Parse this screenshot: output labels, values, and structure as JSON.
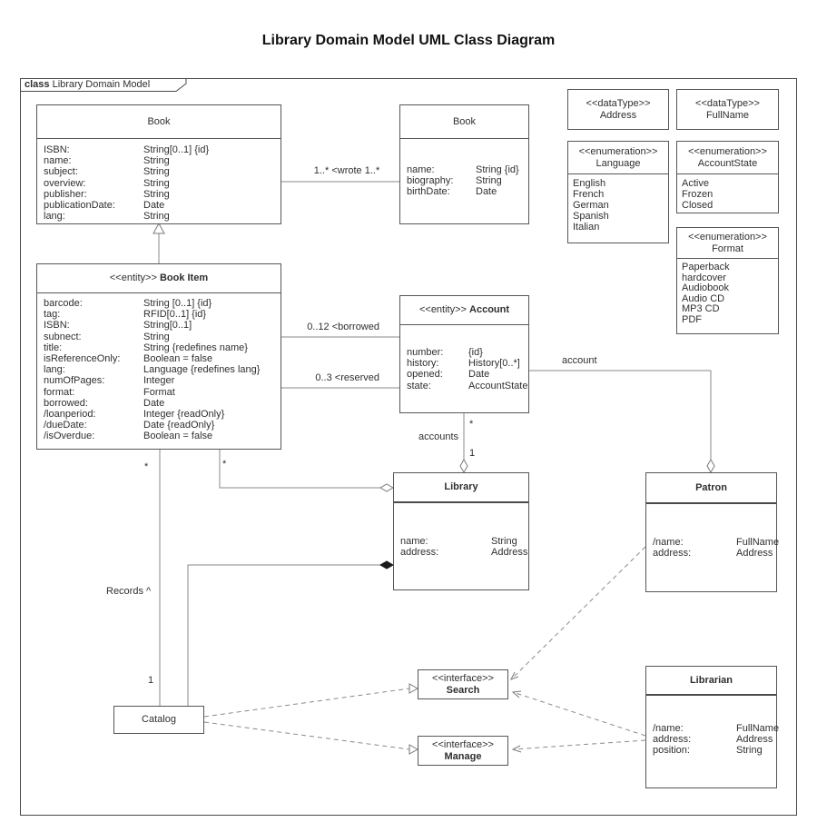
{
  "page_title": "Library Domain Model UML Class Diagram",
  "frame_label": {
    "keyword": "class",
    "name": "Library Domain Model"
  },
  "classes": {
    "book": {
      "name": "Book",
      "attrs": [
        {
          "n": "ISBN:",
          "t": "String[0..1] {id}"
        },
        {
          "n": "name:",
          "t": "String"
        },
        {
          "n": "subject:",
          "t": "String"
        },
        {
          "n": "overview:",
          "t": "String"
        },
        {
          "n": "publisher:",
          "t": "String"
        },
        {
          "n": "publicationDate:",
          "t": "Date"
        },
        {
          "n": "lang:",
          "t": "String"
        }
      ]
    },
    "author": {
      "name": "Book",
      "attrs": [
        {
          "n": "name:",
          "t": "String {id}"
        },
        {
          "n": "biography:",
          "t": "String"
        },
        {
          "n": "birthDate:",
          "t": "Date"
        }
      ]
    },
    "book_item": {
      "stereotype": "<<entity>>",
      "name": "Book Item",
      "attrs": [
        {
          "n": "barcode:",
          "t": "String [0..1] {id}"
        },
        {
          "n": "tag:",
          "t": "RFID[0..1] {id}"
        },
        {
          "n": "ISBN:",
          "t": "String[0..1]"
        },
        {
          "n": "subnect:",
          "t": "String"
        },
        {
          "n": "title:",
          "t": "String {redefines name}"
        },
        {
          "n": "isReferenceOnly:",
          "t": "Boolean = false"
        },
        {
          "n": "lang:",
          "t": "Language {redefines lang}"
        },
        {
          "n": "numOfPages:",
          "t": "Integer"
        },
        {
          "n": "format:",
          "t": "Format"
        },
        {
          "n": "borrowed:",
          "t": "Date"
        },
        {
          "n": "/loanperiod:",
          "t": "Integer {readOnly}"
        },
        {
          "n": "/dueDate:",
          "t": "Date {readOnly}"
        },
        {
          "n": "/isOverdue:",
          "t": "Boolean = false"
        }
      ]
    },
    "account": {
      "stereotype": "<<entity>>",
      "name": "Account",
      "attrs": [
        {
          "n": "number:",
          "t": "{id}"
        },
        {
          "n": "history:",
          "t": "History[0..*]"
        },
        {
          "n": "opened:",
          "t": "Date"
        },
        {
          "n": "state:",
          "t": "AccountState"
        }
      ]
    },
    "library": {
      "name": "Library",
      "attrs": [
        {
          "n": "name:",
          "t": "String"
        },
        {
          "n": "address:",
          "t": "Address"
        }
      ]
    },
    "patron": {
      "name": "Patron",
      "attrs": [
        {
          "n": "/name:",
          "t": "FullName"
        },
        {
          "n": "address:",
          "t": "Address"
        }
      ]
    },
    "librarian": {
      "name": "Librarian",
      "attrs": [
        {
          "n": "/name:",
          "t": "FullName"
        },
        {
          "n": "address:",
          "t": "Address"
        },
        {
          "n": "position:",
          "t": "String"
        }
      ]
    },
    "catalog": {
      "name": "Catalog"
    }
  },
  "datatypes": {
    "address": {
      "stereotype": "<<dataType>>",
      "name": "Address"
    },
    "fullname": {
      "stereotype": "<<dataType>>",
      "name": "FullName"
    }
  },
  "enums": {
    "language": {
      "stereotype": "<<enumeration>>",
      "name": "Language",
      "literals": [
        "English",
        "French",
        "German",
        "Spanish",
        "Italian"
      ]
    },
    "account_state": {
      "stereotype": "<<enumeration>>",
      "name": "AccountState",
      "literals": [
        "Active",
        "Frozen",
        "Closed"
      ]
    },
    "format": {
      "stereotype": "<<enumeration>>",
      "name": "Format",
      "literals": [
        "Paperback",
        "hardcover",
        "Audiobook",
        "Audio CD",
        "MP3 CD",
        "PDF"
      ]
    }
  },
  "interfaces": {
    "search": {
      "stereotype": "<<interface>>",
      "name": "Search"
    },
    "manage": {
      "stereotype": "<<interface>>",
      "name": "Manage"
    }
  },
  "edge_labels": {
    "wrote": "1..* <wrote 1..*",
    "borrowed": "0..12 <borrowed",
    "reserved": "0..3 <reserved",
    "account": "account",
    "accounts": "accounts",
    "accounts_star": "*",
    "accounts_one": "1",
    "bookitem_library_star": "*",
    "records": "Records ^",
    "records_star": "*",
    "records_one": "1"
  },
  "colors": {
    "line": "#8a8a8a",
    "border": "#565656",
    "text": "#2f2f2f"
  }
}
